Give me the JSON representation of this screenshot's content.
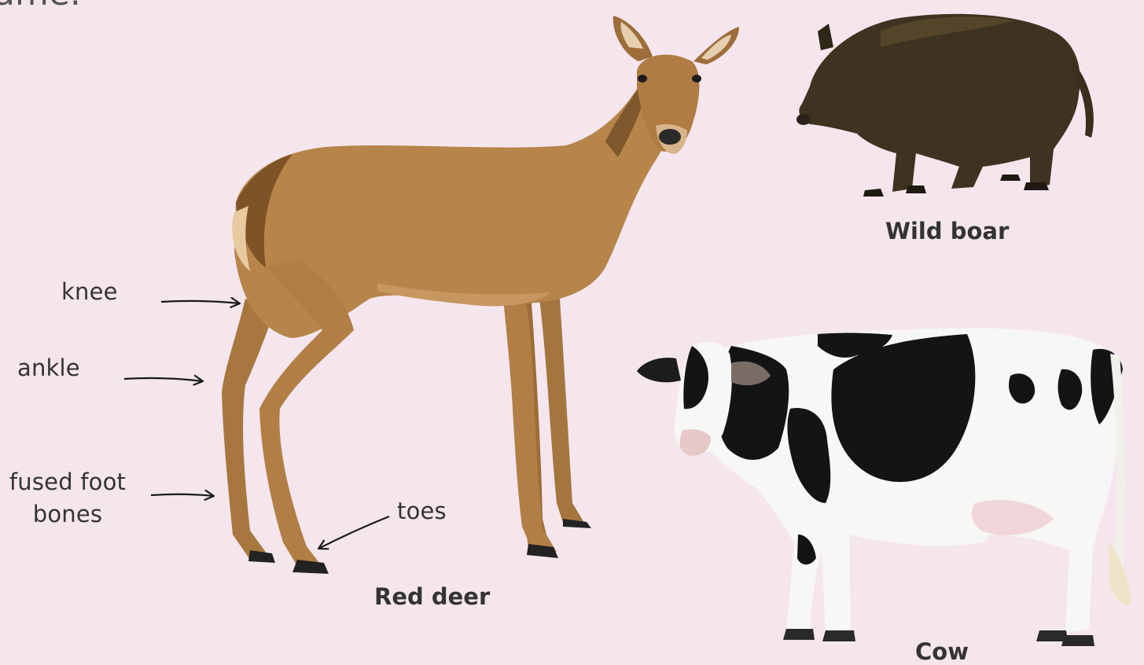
{
  "header": {
    "cut_off_text": "ame."
  },
  "labels": {
    "knee": "knee",
    "ankle": "ankle",
    "fused_foot_line1": "fused foot",
    "fused_foot_line2": "bones",
    "toes": "toes"
  },
  "captions": {
    "deer": "Red deer",
    "boar": "Wild boar",
    "cow": "Cow"
  },
  "colors": {
    "background": "#f5e6ee",
    "deer": "#b7844a",
    "boar": "#3e3320",
    "cow_white": "#f7f7f5",
    "cow_black": "#141414"
  }
}
